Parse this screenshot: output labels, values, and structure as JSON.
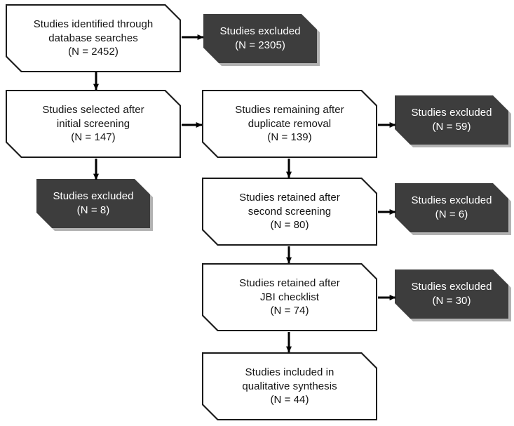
{
  "diagram": {
    "type": "prisma-study-selection-flowchart",
    "palette": {
      "box_outline": "#1a1a1a",
      "box_fill": "#ffffff",
      "excluded_fill": "#3d3d3d",
      "excluded_text": "#ffffff",
      "text": "#141414",
      "arrow": "#000000",
      "background": "#ffffff"
    },
    "nodes": [
      {
        "id": "identified",
        "kind": "included",
        "lines": [
          "Studies identified through",
          "database searches",
          "(N = 2452)"
        ],
        "count": 2452
      },
      {
        "id": "excluded-2305",
        "kind": "excluded",
        "lines": [
          "Studies excluded",
          "(N = 2305)"
        ],
        "count": 2305
      },
      {
        "id": "initial-screening",
        "kind": "included",
        "lines": [
          "Studies selected after",
          "initial screening",
          "(N = 147)"
        ],
        "count": 147
      },
      {
        "id": "duplicate-removal",
        "kind": "included",
        "lines": [
          "Studies remaining after",
          "duplicate removal",
          "(N = 139)"
        ],
        "count": 139
      },
      {
        "id": "excluded-59",
        "kind": "excluded",
        "lines": [
          "Studies excluded",
          "(N = 59)"
        ],
        "count": 59
      },
      {
        "id": "excluded-8",
        "kind": "excluded",
        "lines": [
          "Studies excluded",
          "(N = 8)"
        ],
        "count": 8
      },
      {
        "id": "second-screening",
        "kind": "included",
        "lines": [
          "Studies retained after",
          "second screening",
          "(N = 80)"
        ],
        "count": 80
      },
      {
        "id": "excluded-6",
        "kind": "excluded",
        "lines": [
          "Studies excluded",
          "(N = 6)"
        ],
        "count": 6
      },
      {
        "id": "jbi-checklist",
        "kind": "included",
        "lines": [
          "Studies retained after",
          "JBI checklist",
          "(N = 74)"
        ],
        "count": 74
      },
      {
        "id": "excluded-30",
        "kind": "excluded",
        "lines": [
          "Studies excluded",
          "(N = 30)"
        ],
        "count": 30
      },
      {
        "id": "included-final",
        "kind": "included",
        "lines": [
          "Studies included in",
          "qualitative synthesis",
          "(N = 44)"
        ],
        "count": 44
      }
    ],
    "edges": [
      {
        "from": "identified",
        "to": "excluded-2305",
        "direction": "right"
      },
      {
        "from": "identified",
        "to": "initial-screening",
        "direction": "down"
      },
      {
        "from": "initial-screening",
        "to": "duplicate-removal",
        "direction": "right"
      },
      {
        "from": "initial-screening",
        "to": "excluded-8",
        "direction": "down"
      },
      {
        "from": "duplicate-removal",
        "to": "excluded-59",
        "direction": "right"
      },
      {
        "from": "duplicate-removal",
        "to": "second-screening",
        "direction": "down"
      },
      {
        "from": "second-screening",
        "to": "excluded-6",
        "direction": "right"
      },
      {
        "from": "second-screening",
        "to": "jbi-checklist",
        "direction": "down"
      },
      {
        "from": "jbi-checklist",
        "to": "excluded-30",
        "direction": "right"
      },
      {
        "from": "jbi-checklist",
        "to": "included-final",
        "direction": "down"
      }
    ]
  }
}
